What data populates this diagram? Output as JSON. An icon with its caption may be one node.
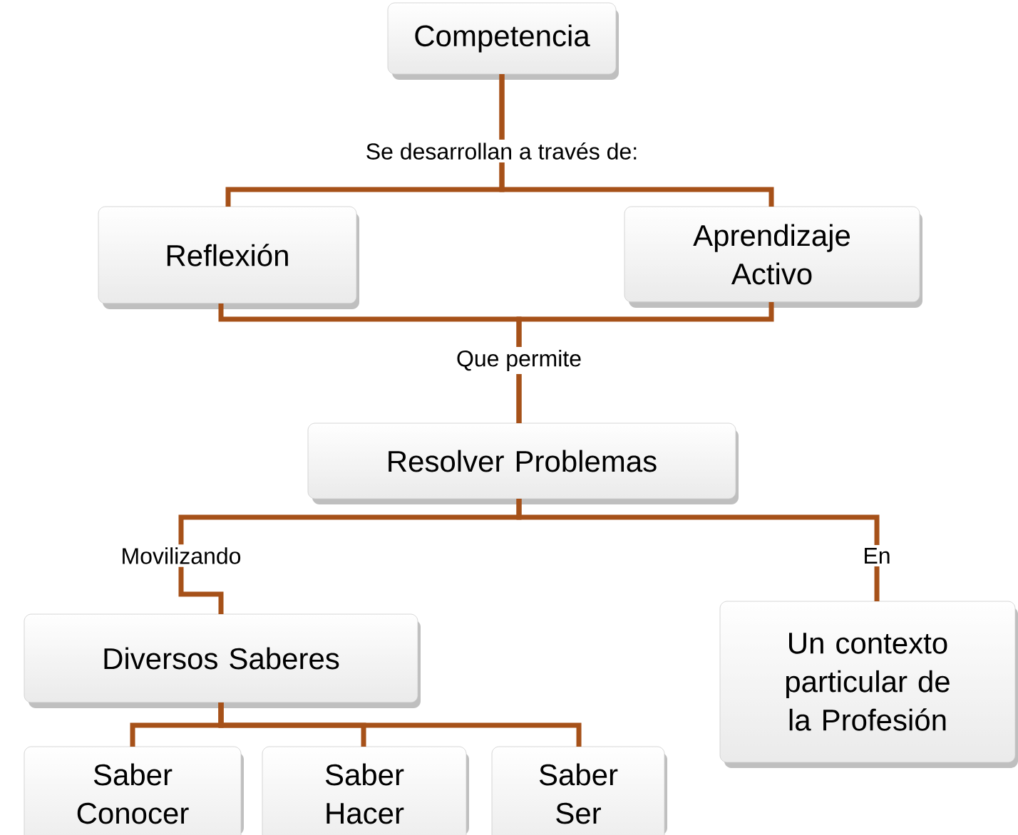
{
  "diagram": {
    "nodes": [
      {
        "text": [
          "Competencia"
        ]
      },
      {
        "text": [
          "Reflexión"
        ]
      },
      {
        "text": [
          "Aprendizaje Activo"
        ]
      },
      {
        "text": [
          "Resolver Problemas"
        ]
      },
      {
        "text": [
          "Diversos Saberes"
        ]
      },
      {
        "text": [
          "Un contexto particular de la Profesión"
        ]
      },
      {
        "text": [
          "Saber Conocer"
        ]
      },
      {
        "text": [
          "Saber Hacer"
        ]
      },
      {
        "text": [
          "Saber Ser"
        ]
      }
    ],
    "edges": [
      {
        "from": 0,
        "to": 1,
        "arrow": "none",
        "label": "Se desarrollan a través de:"
      },
      {
        "from": 0,
        "to": 2,
        "arrow": "none"
      },
      {
        "from": 1,
        "to": 3,
        "arrow": "none",
        "label": "Que permite"
      },
      {
        "from": 2,
        "to": 3,
        "arrow": "none"
      },
      {
        "from": 3,
        "to": 4,
        "arrow": "none",
        "label": "Movilizando"
      },
      {
        "from": 3,
        "to": 5,
        "arrow": "none",
        "label": "En"
      },
      {
        "from": 4,
        "to": 6,
        "arrow": "none"
      },
      {
        "from": 4,
        "to": 7,
        "arrow": "none"
      },
      {
        "from": 4,
        "to": 8,
        "arrow": "none"
      }
    ]
  }
}
